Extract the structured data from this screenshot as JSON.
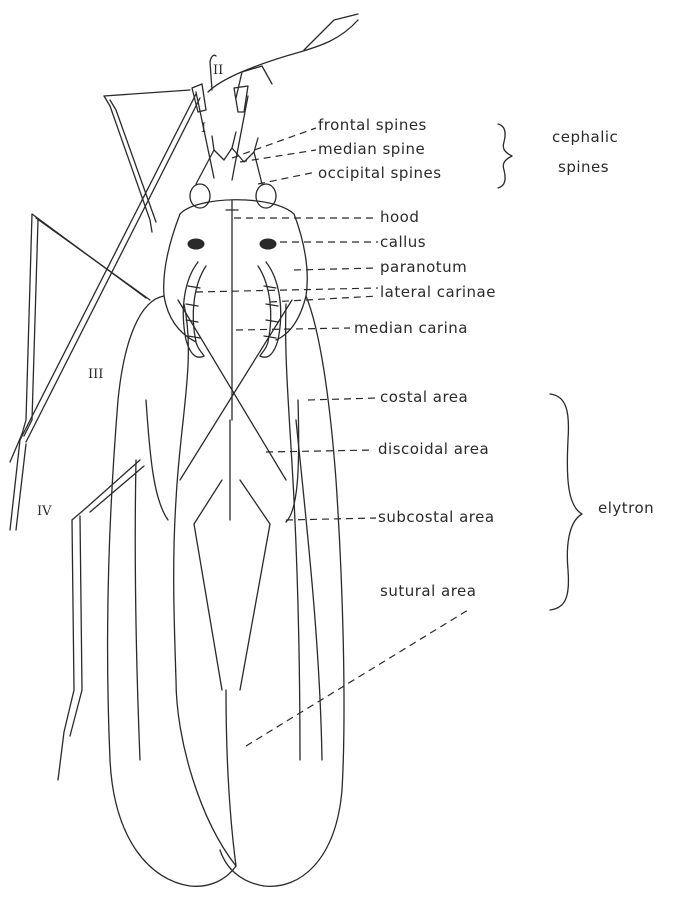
{
  "labels": {
    "frontal_spines": "frontal spines",
    "median_spine": "median spine",
    "occipital_spines": "occipital spines",
    "cephalic_spines_line1": "cephalic",
    "cephalic_spines_line2": "spines",
    "hood": "hood",
    "callus": "callus",
    "paranotum": "paranotum",
    "lateral_carinae": "lateral carinae",
    "median_carina": "median carina",
    "costal_area": "costal area",
    "discoidal_area": "discoidal area",
    "subcostal_area": "subcostal area",
    "sutural_area": "sutural area",
    "elytron": "elytron"
  },
  "segment_numerals": {
    "i": "I",
    "ii": "II",
    "iii": "III",
    "iv": "IV"
  },
  "colors": {
    "ink": "#2a2a2a",
    "background": "#ffffff"
  }
}
